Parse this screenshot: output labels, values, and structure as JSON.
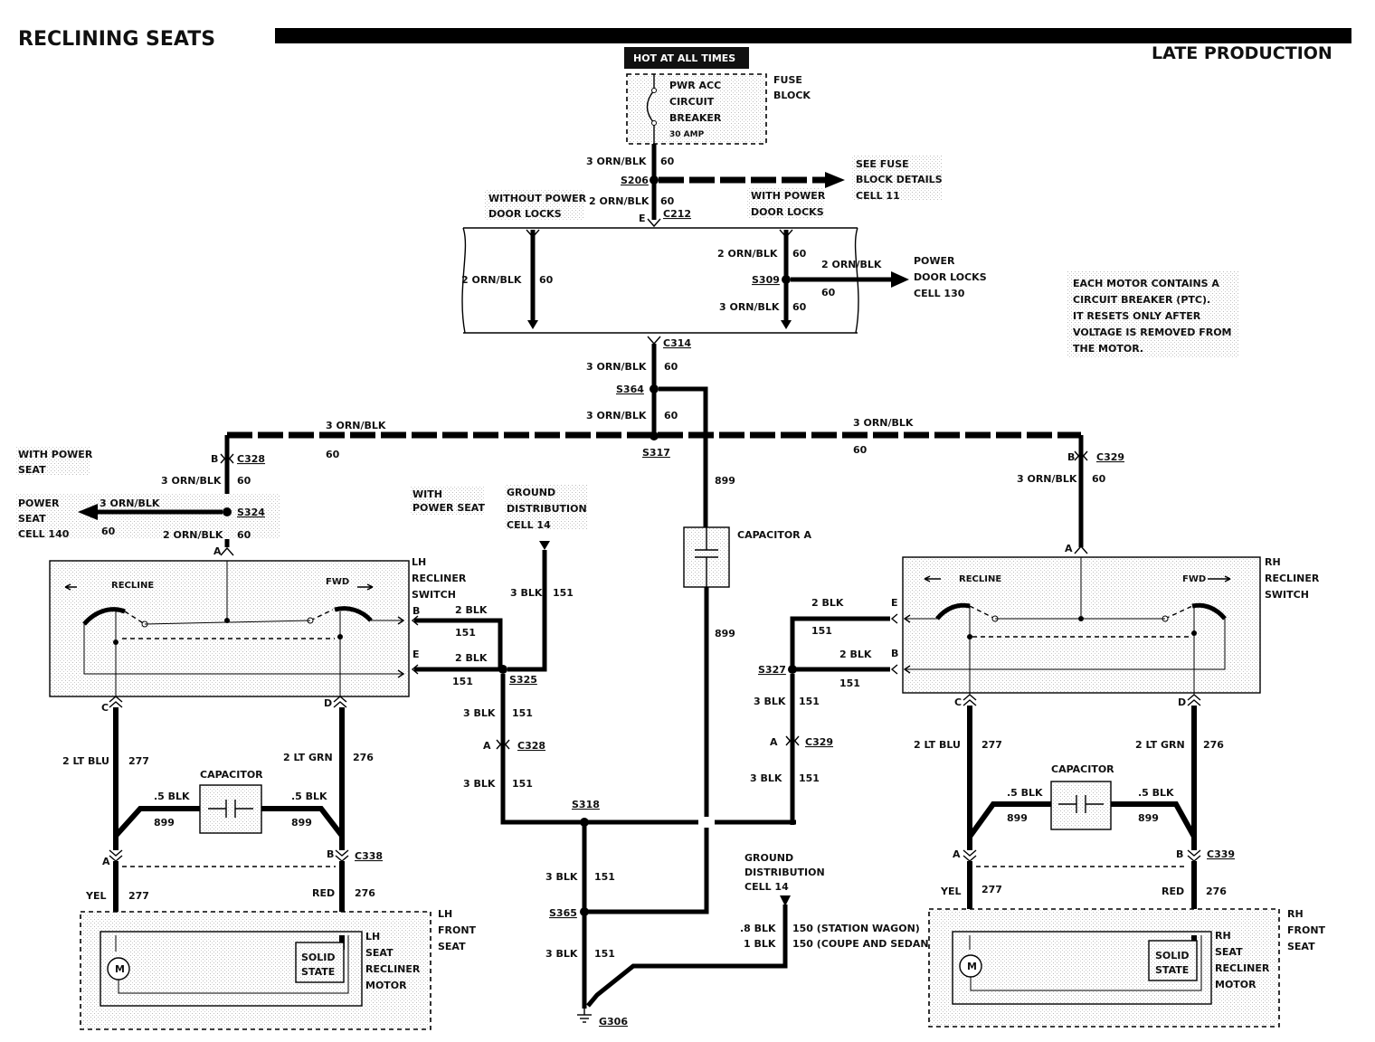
{
  "title": "RECLINING SEATS",
  "subtitle": "LATE PRODUCTION",
  "fuse_block": {
    "hot_label": "HOT AT ALL TIMES",
    "breaker_lines": [
      "PWR ACC",
      "CIRCUIT",
      "BREAKER"
    ],
    "amp": "30 AMP",
    "block_label": [
      "FUSE",
      "BLOCK"
    ]
  },
  "top": {
    "wire_upper": "3 ORN/BLK",
    "circuit_60": "60",
    "s206": "S206",
    "see_fuse": [
      "SEE FUSE",
      "BLOCK DETAILS",
      "CELL 11"
    ],
    "wire_s206_c212": "2 ORN/BLK",
    "without_pdl": [
      "WITHOUT POWER",
      "DOOR LOCKS"
    ],
    "with_pdl": [
      "WITH POWER",
      "DOOR LOCKS"
    ],
    "c212_pin": "E",
    "c212": "C212",
    "left_branch_wire": "2 ORN/BLK",
    "right_branch_wire": "2 ORN/BLK",
    "s309": "S309",
    "pdl_out_wire": "2 ORN/BLK",
    "power_door_locks": [
      "POWER",
      "DOOR LOCKS",
      "CELL 130"
    ],
    "s309_down_wire": "3 ORN/BLK",
    "c314": "C314",
    "wire_c314_s364": "3 ORN/BLK",
    "s364": "S364",
    "wire_s364_s317": "3 ORN/BLK",
    "s317": "S317"
  },
  "motor_note": [
    "EACH MOTOR CONTAINS A",
    "CIRCUIT BREAKER (PTC).",
    "IT RESETS ONLY AFTER",
    "VOLTAGE IS REMOVED FROM",
    "THE MOTOR."
  ],
  "left": {
    "bus_wire": "3 ORN/BLK",
    "with_power_seat": [
      "WITH POWER",
      "SEAT"
    ],
    "c328_pin": "B",
    "c328": "C328",
    "wire_c328_s324": "3 ORN/BLK",
    "power_seat": [
      "POWER",
      "SEAT",
      "CELL 140"
    ],
    "power_seat_wire": "3 ORN/BLK",
    "s324": "S324",
    "wire_s324_switch": "2 ORN/BLK",
    "switch_pin_a": "A",
    "switch_label": [
      "LH",
      "RECLINER",
      "SWITCH"
    ],
    "recline": "RECLINE",
    "fwd": "FWD",
    "pin_b": "B",
    "pin_e": "E",
    "pin_c": "C",
    "pin_d": "D",
    "wire_c": "2 LT BLU",
    "circuit_277": "277",
    "wire_d": "2 LT GRN",
    "circuit_276": "276",
    "capacitor": "CAPACITOR",
    "cap_wire": ".5 BLK",
    "circuit_899": "899",
    "c338_pin_a": "A",
    "c338_pin_b": "B",
    "c338": "C338",
    "yel": "YEL",
    "red": "RED",
    "solid_state": [
      "SOLID",
      "STATE"
    ],
    "motor_label": [
      "LH",
      "SEAT",
      "RECLINER",
      "MOTOR"
    ],
    "front_seat": [
      "LH",
      "FRONT",
      "SEAT"
    ],
    "motor_symbol": "M"
  },
  "center": {
    "with_power_seat": [
      "WITH",
      "POWER SEAT"
    ],
    "ground_dist": [
      "GROUND",
      "DISTRIBUTION",
      "CELL 14"
    ],
    "wire_blk3": "3 BLK",
    "circuit_151": "151",
    "wire_blk2": "2 BLK",
    "s325": "S325",
    "c328_pin": "A",
    "c328": "C328",
    "s318": "S318",
    "s365": "S365",
    "g306": "G306",
    "circuit_899": "899",
    "capacitor_a": "CAPACITOR A",
    "ground_dist_2": [
      "GROUND",
      "DISTRIBUTION",
      "CELL 14"
    ],
    "wire_08blk": ".8 BLK",
    "wire_1blk": "1 BLK",
    "c150_wagon": "150 (STATION WAGON)",
    "c150_coupe": "150 (COUPE AND SEDAN)"
  },
  "right": {
    "bus_wire": "3 ORN/BLK",
    "c329_pin": "B",
    "c329": "C329",
    "wire_c329_switch": "3 ORN/BLK",
    "switch_pin_a": "A",
    "switch_label": [
      "RH",
      "RECLINER",
      "SWITCH"
    ],
    "recline": "RECLINE",
    "fwd": "FWD",
    "pin_e": "E",
    "pin_b": "B",
    "pin_c": "C",
    "pin_d": "D",
    "wire_blk2": "2 BLK",
    "wire_blk3": "3 BLK",
    "circuit_151": "151",
    "s327": "S327",
    "c329_lower_pin": "A",
    "wire_c": "2 LT BLU",
    "circuit_277": "277",
    "wire_d": "2 LT GRN",
    "circuit_276": "276",
    "capacitor": "CAPACITOR",
    "cap_wire": ".5 BLK",
    "circuit_899": "899",
    "c339_pin_a": "A",
    "c339_pin_b": "B",
    "c339": "C339",
    "yel": "YEL",
    "red": "RED",
    "solid_state": [
      "SOLID",
      "STATE"
    ],
    "motor_label": [
      "RH",
      "SEAT",
      "RECLINER",
      "MOTOR"
    ],
    "front_seat": [
      "RH",
      "FRONT",
      "SEAT"
    ],
    "motor_symbol": "M"
  }
}
